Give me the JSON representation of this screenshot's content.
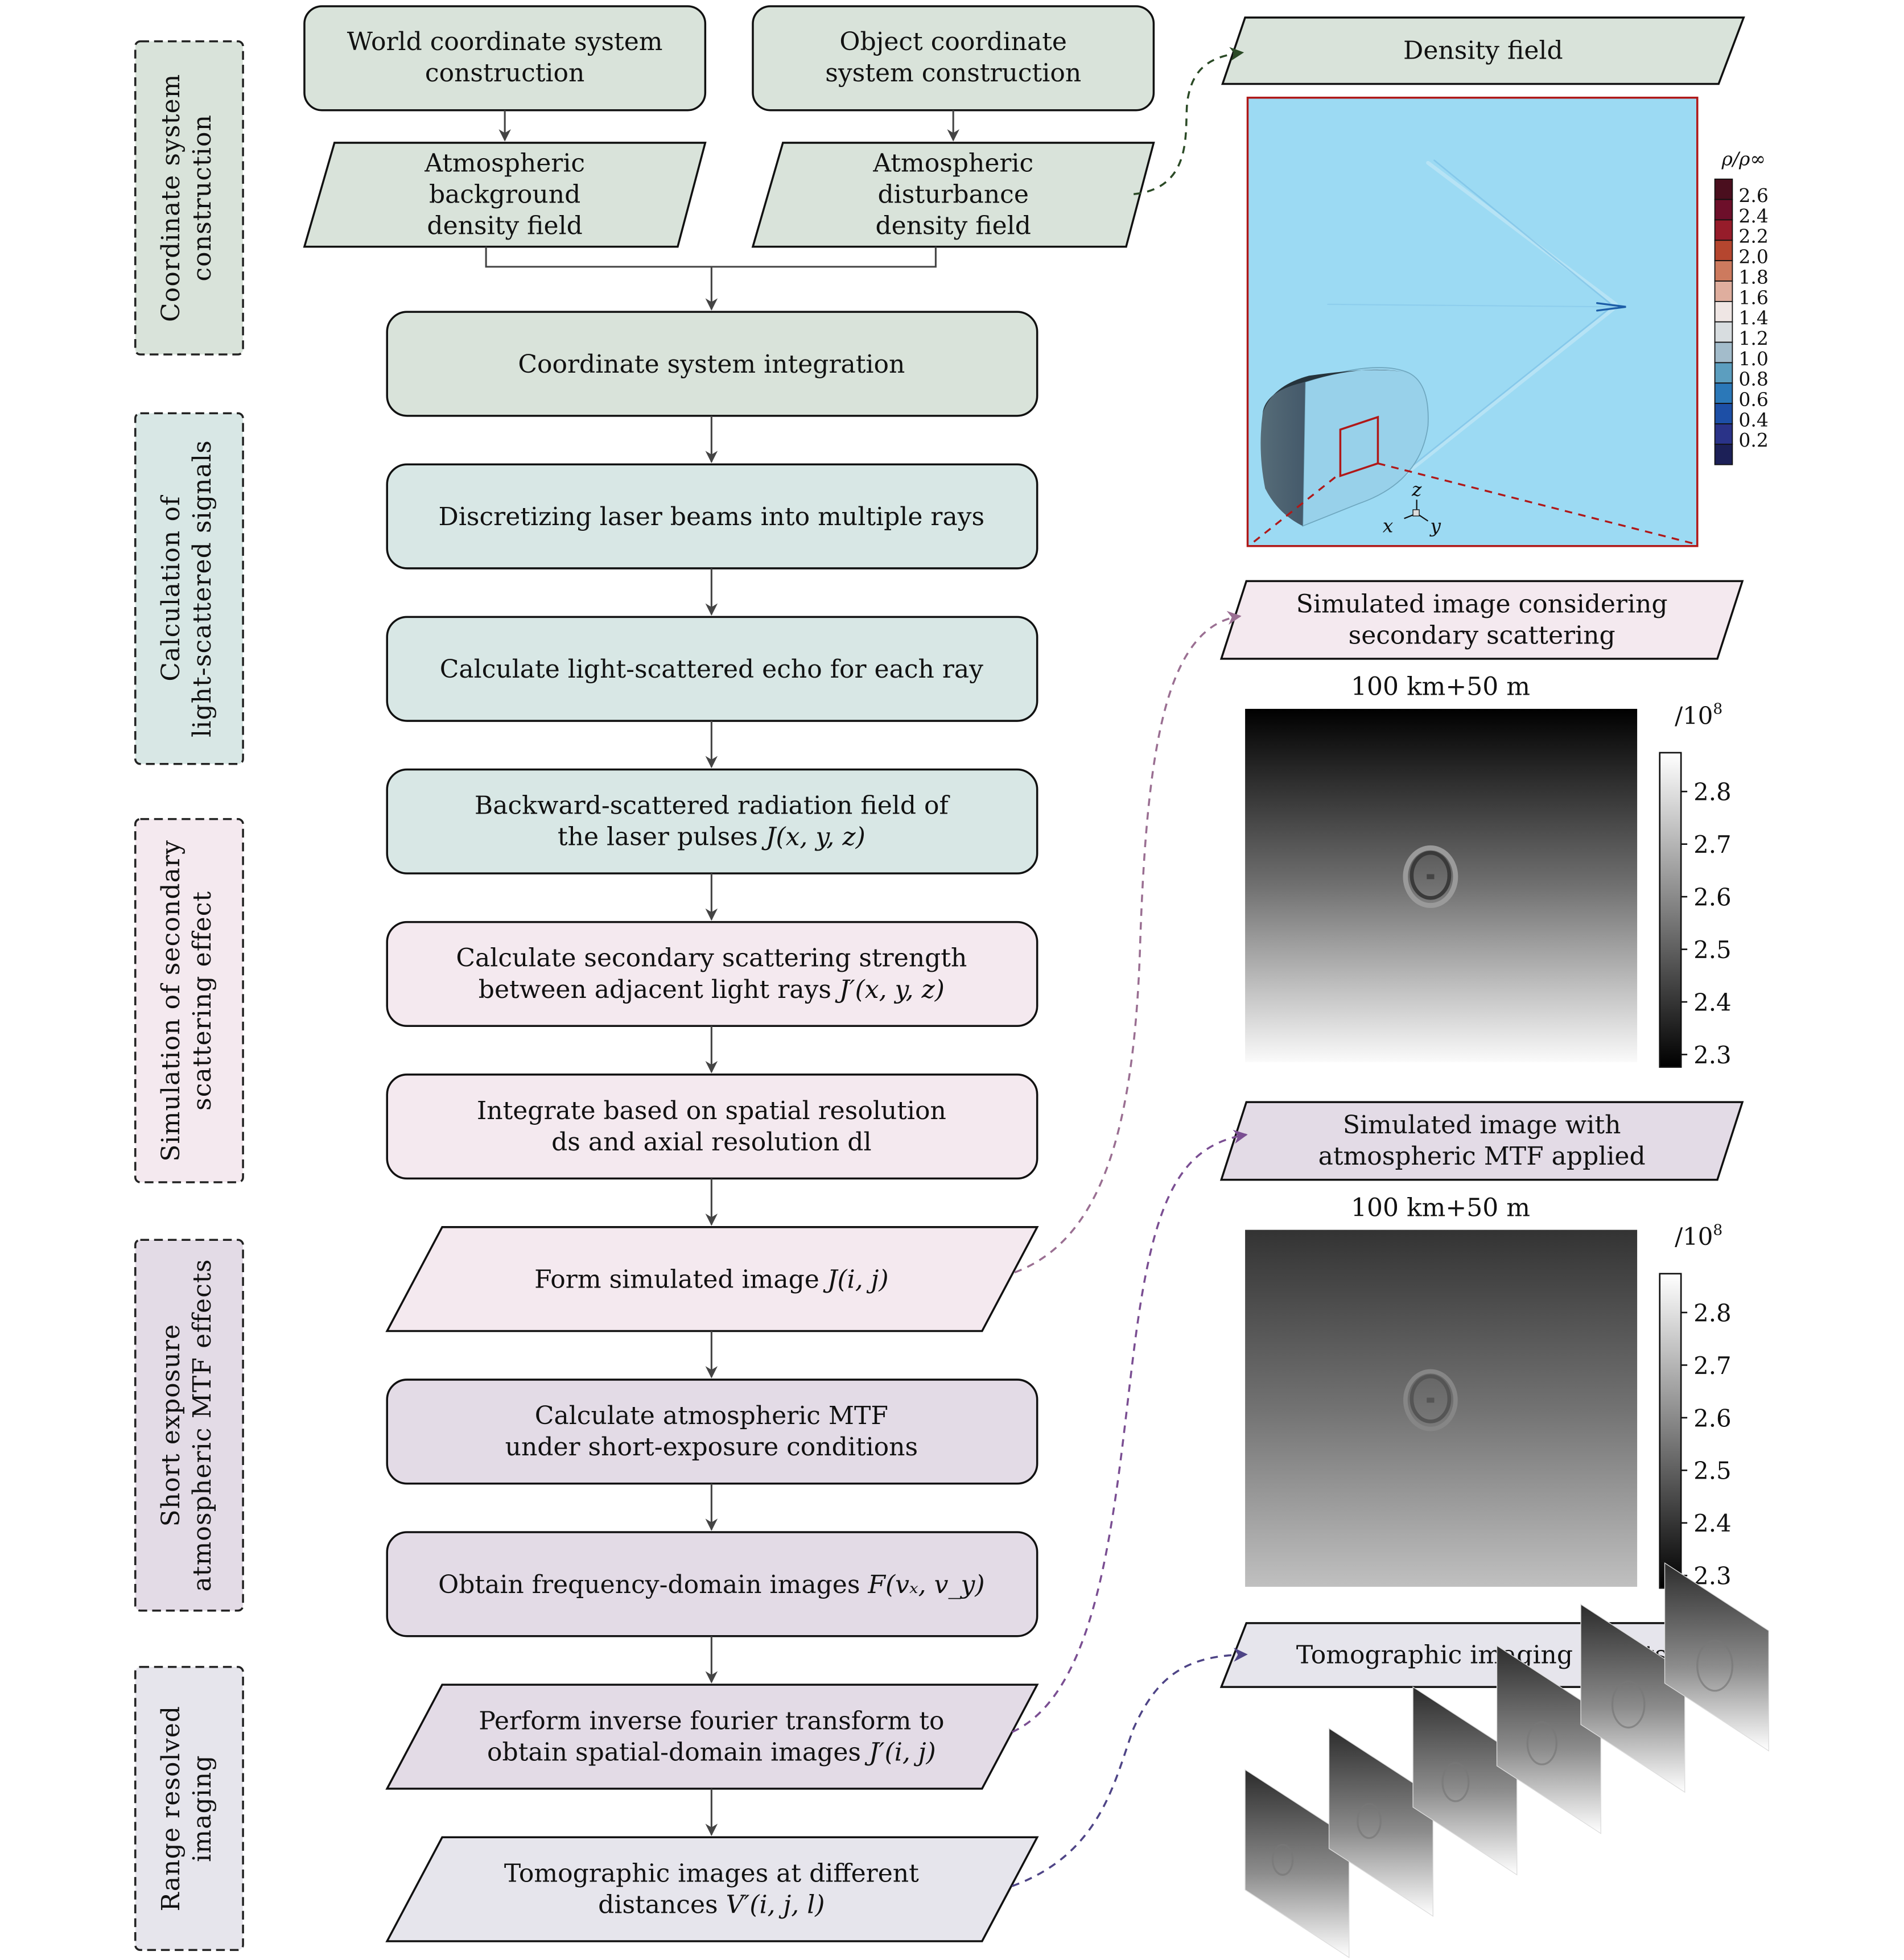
{
  "colors": {
    "stage1_fill": "#d9e3da",
    "stage2_fill": "#d8e7e5",
    "stage3_fill": "#f4e9ef",
    "stage4_fill": "#e3dbe6",
    "stage5_fill": "#e6e5ec",
    "density_bg": "#9cdaf3",
    "density_border": "#b01818",
    "link_green": "#2b4a26",
    "link_mauve": "#9a6f92",
    "link_purple": "#7a4e92",
    "link_indigo": "#4e4486"
  },
  "side_labels": [
    {
      "line1": "Coordinate system",
      "line2": "construction"
    },
    {
      "line1": "Calculation of",
      "line2": "light-scattered signals"
    },
    {
      "line1": "Simulation of secondary",
      "line2": "scattering effect"
    },
    {
      "line1": "Short exposure",
      "line2": "atmospheric MTF effects"
    },
    {
      "line1": "Range resolved",
      "line2": "imaging"
    }
  ],
  "top_nodes": {
    "world": {
      "line1": "World coordinate system",
      "line2": "construction"
    },
    "object": {
      "line1": "Object coordinate",
      "line2": "system construction"
    },
    "background": {
      "line1": "Atmospheric",
      "line2": "background",
      "line3": "density field"
    },
    "disturbance": {
      "line1": "Atmospheric",
      "line2": "disturbance",
      "line3": "density field"
    }
  },
  "flow_nodes": [
    {
      "line1": "Coordinate system integration"
    },
    {
      "line1": "Discretizing laser beams into multiple rays"
    },
    {
      "line1": "Calculate light-scattered echo for each ray"
    },
    {
      "line1": "Backward-scattered radiation field of",
      "line2_text": "the laser pulses ",
      "line2_math": "J(x, y, z)"
    },
    {
      "line1": "Calculate secondary scattering strength",
      "line2_text": "between adjacent light rays ",
      "line2_math": "J′(x, y, z)"
    },
    {
      "line1": "Integrate based on spatial resolution",
      "line2_text": "ds and axial resolution dl"
    },
    {
      "line1_text": "Form simulated image ",
      "line1_math": "J(i, j)"
    },
    {
      "line1": "Calculate atmospheric MTF",
      "line2": "under short-exposure conditions"
    },
    {
      "line1_text": "Obtain frequency-domain images ",
      "line1_math": "F(vₓ, v_y)"
    },
    {
      "line1": "Perform inverse fourier transform to",
      "line2_text": "obtain spatial-domain images ",
      "line2_math": "J′(i, j)"
    },
    {
      "line1": "Tomographic images at different",
      "line2_text": "distances ",
      "line2_math": "V′(i, j, l)"
    }
  ],
  "results": {
    "density": {
      "title": "Density field",
      "colorbar_label": "ρ/ρ∞",
      "colorbar_ticks": [
        "2.6",
        "2.4",
        "2.2",
        "2.0",
        "1.8",
        "1.6",
        "1.4",
        "1.2",
        "1.0",
        "0.8",
        "0.6",
        "0.4",
        "0.2"
      ],
      "colorbar_colors": [
        "#4a0e1e",
        "#6d0f2a",
        "#961c2a",
        "#b5462f",
        "#cd7a5e",
        "#dfae9e",
        "#efe6e4",
        "#d8dde0",
        "#a3bccb",
        "#5c9ebf",
        "#2b78b8",
        "#1d4fa6",
        "#2a3388",
        "#1c2057"
      ],
      "axis_x": "x",
      "axis_y": "y",
      "axis_z": "z"
    },
    "secondary": {
      "title_line1": "Simulated image considering",
      "title_line2": "secondary scattering",
      "subtitle": "100 km+50 m",
      "scale": "/10",
      "scale_exp": "8",
      "ticks": [
        "2.8",
        "2.7",
        "2.6",
        "2.5",
        "2.4",
        "2.3"
      ]
    },
    "mtf": {
      "title_line1": "Simulated image with",
      "title_line2": "atmospheric MTF applied",
      "subtitle": "100 km+50 m",
      "scale": "/10",
      "scale_exp": "8",
      "ticks": [
        "2.8",
        "2.7",
        "2.6",
        "2.5",
        "2.4",
        "2.3"
      ]
    },
    "tomographic": {
      "title": "Tomographic imaging results",
      "slice_count": 6
    }
  }
}
